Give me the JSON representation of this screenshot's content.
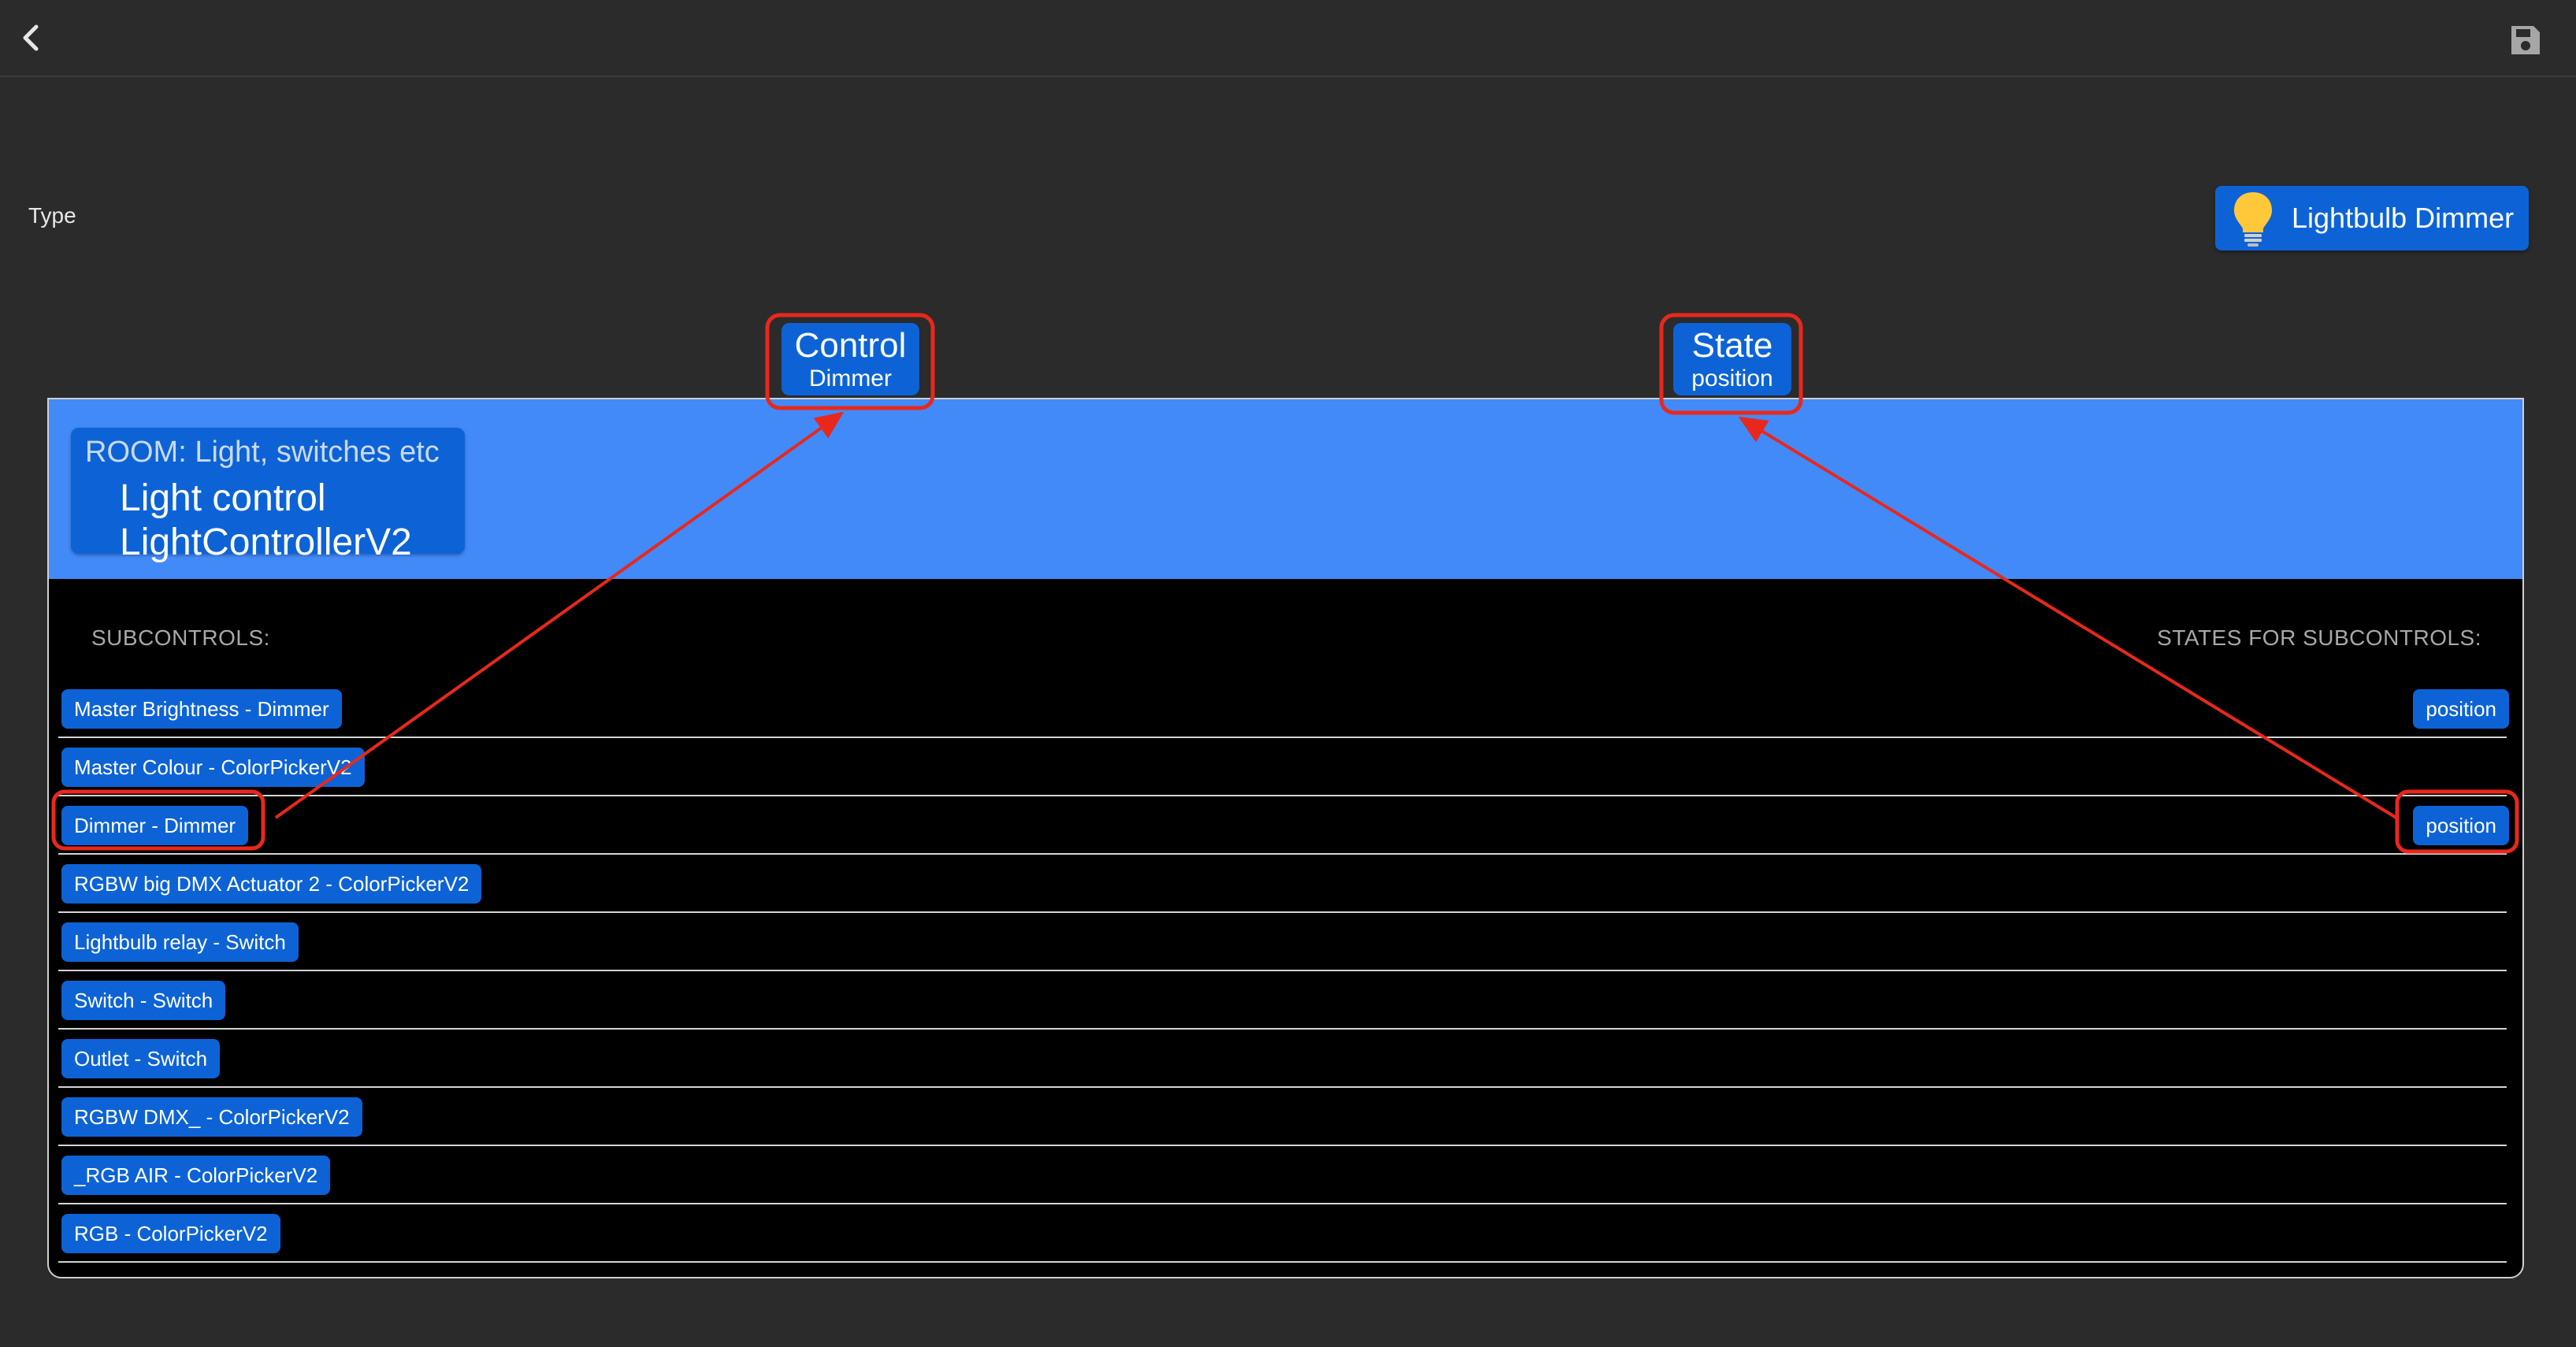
{
  "type_field": {
    "label": "Type",
    "value": "Lightbulb Dimmer",
    "icon": "lightbulb-icon"
  },
  "header_labels": {
    "control": {
      "title": "Control",
      "subtitle": "Dimmer"
    },
    "state": {
      "title": "State",
      "subtitle": "position"
    }
  },
  "room_card": {
    "room": "ROOM: Light, switches etc",
    "name": "Light control",
    "type": "LightControllerV2"
  },
  "subcontrols_heading": "SUBCONTROLS:",
  "states_heading": "STATES FOR SUBCONTROLS:",
  "rows": [
    {
      "control": "Master Brightness - Dimmer",
      "state": "position"
    },
    {
      "control": "Master Colour - ColorPickerV2",
      "state": ""
    },
    {
      "control": "Dimmer - Dimmer",
      "state": "position"
    },
    {
      "control": "RGBW big DMX Actuator 2 - ColorPickerV2",
      "state": ""
    },
    {
      "control": "Lightbulb relay - Switch",
      "state": ""
    },
    {
      "control": "Switch - Switch",
      "state": ""
    },
    {
      "control": "Outlet - Switch",
      "state": ""
    },
    {
      "control": "RGBW DMX_ - ColorPickerV2",
      "state": ""
    },
    {
      "control": "_RGB AIR - ColorPickerV2",
      "state": ""
    },
    {
      "control": "RGB - ColorPickerV2",
      "state": ""
    }
  ],
  "colors": {
    "background": "#2b2b2b",
    "badge_blue": "#0d63d6",
    "panel_header": "#428af8",
    "annotation_red": "#e8281c"
  }
}
